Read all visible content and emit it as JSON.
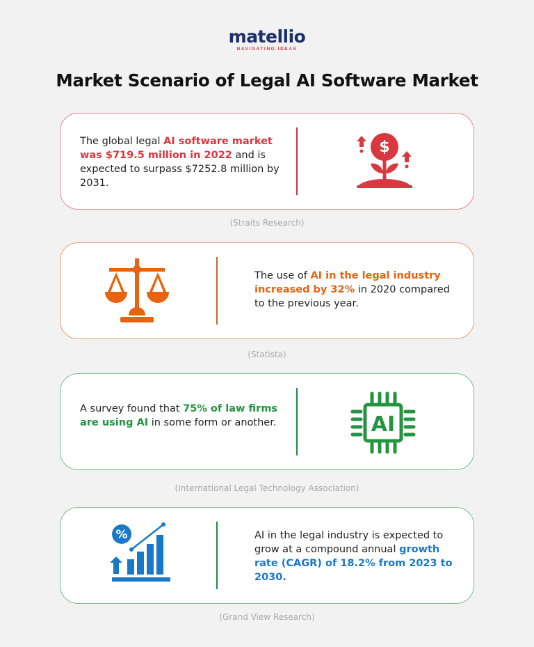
{
  "logo": {
    "name": "matellio",
    "tagline": "NAVIGATING IDEAS"
  },
  "title": "Market Scenario of Legal AI Software Market",
  "colors": {
    "background": "#f2f2f2",
    "red": "#d9383f",
    "orange": "#e8630f",
    "green": "#23943f",
    "blue": "#1a78c9"
  },
  "cards": [
    {
      "text_pre": "The global legal ",
      "text_bold": "AI software market was $719.5 million in 2022",
      "text_post": " and is expected to surpass $7252.8 million by 2031.",
      "icon": "money-growth-plant-icon",
      "source": "(Straits Research)"
    },
    {
      "text_pre": "The use of ",
      "text_bold": "AI in the legal industry increased by 32%",
      "text_post": " in 2020 compared to the previous year.",
      "icon": "scales-of-justice-icon",
      "source": "(Statista)"
    },
    {
      "text_pre": "A survey found that ",
      "text_bold": "75% of law firms are using AI",
      "text_post": " in some form or another.",
      "icon": "ai-chip-icon",
      "source": "(International Legal Technology Association)"
    },
    {
      "text_pre": "AI in the legal industry is expected to grow at a compound annual ",
      "text_bold": "growth rate (CAGR) of 18.2% from 2023 to 2030.",
      "text_post": "",
      "icon": "growth-bar-chart-icon",
      "source": "(Grand View Research)"
    }
  ]
}
